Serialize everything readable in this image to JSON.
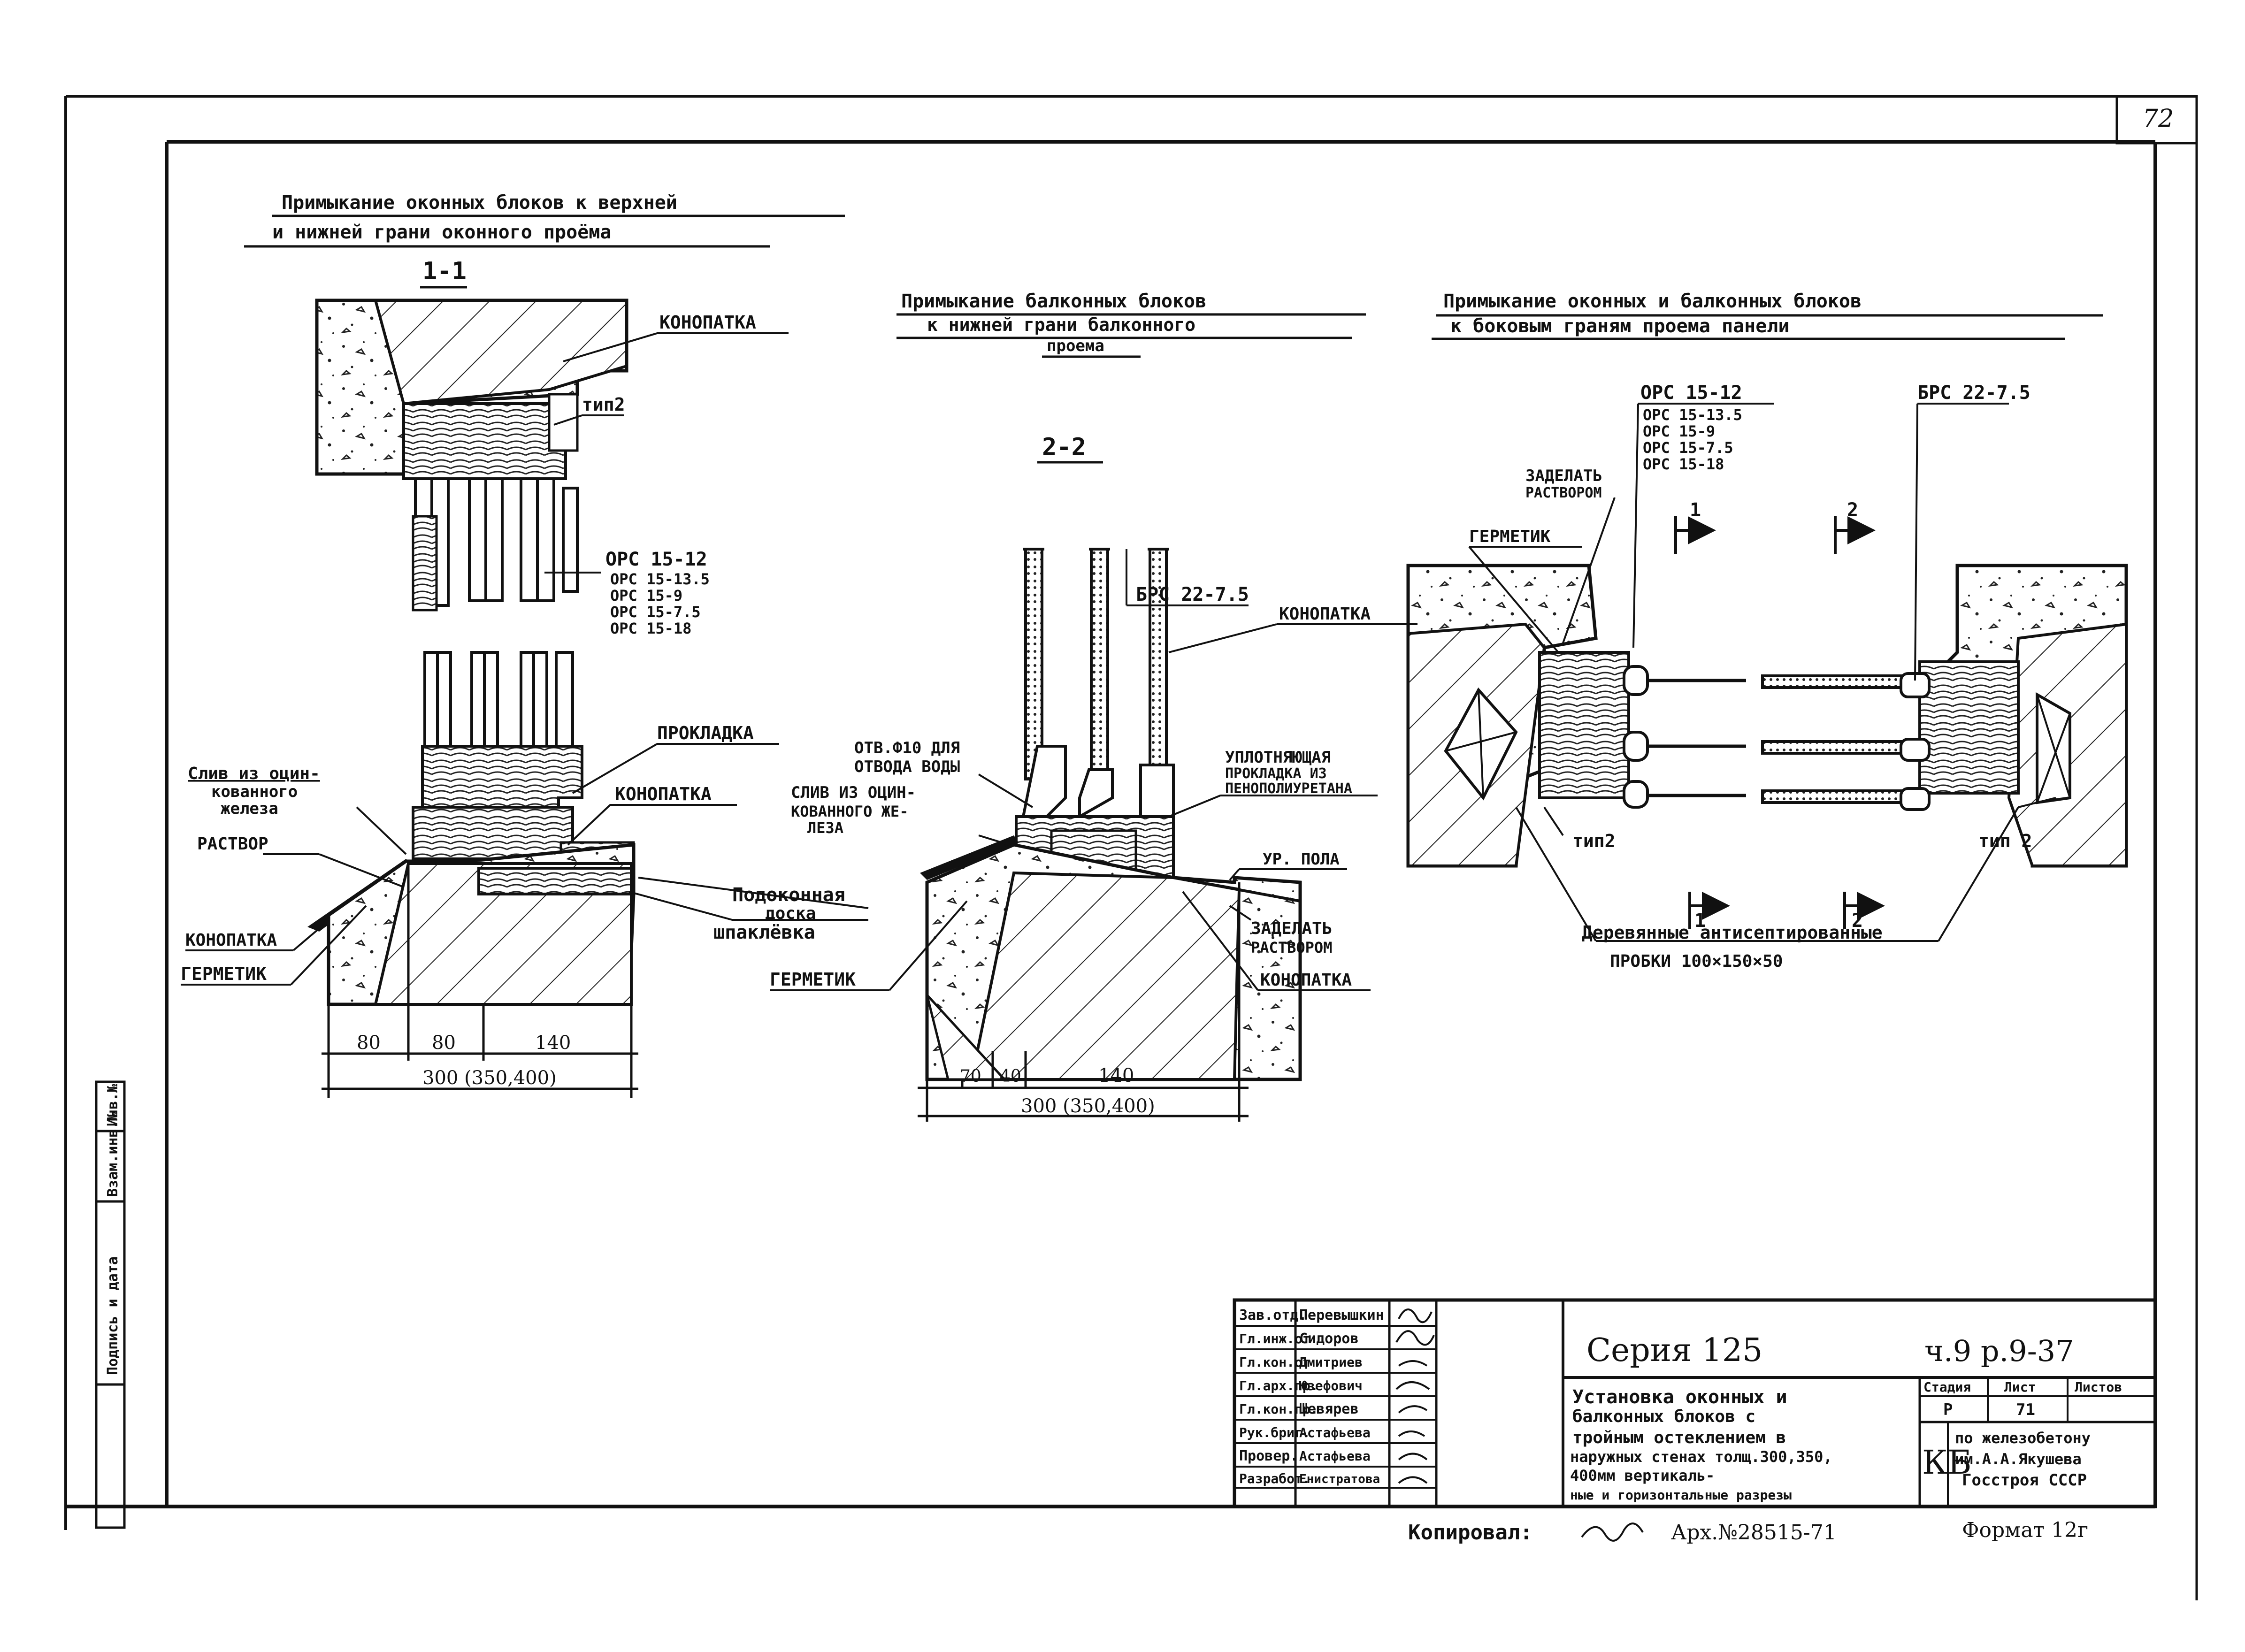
{
  "sheet": {
    "number": "72",
    "copied_by": "Копировал:",
    "archive_no": "Арх.№28515-71",
    "format": "Формат 12г",
    "side_stamp": [
      "Инв.№",
      "Подпись и дата",
      "Взам.инв.№"
    ]
  },
  "sections": {
    "s1": {
      "title_line1": "Примыкание оконных блоков к верхней",
      "title_line2": "и нижней грани оконного проёма",
      "cut": "1-1",
      "labels": {
        "konopatka_top": "КОНОПАТКА",
        "tip2": "тип2",
        "ors": [
          "ОРС 15-12",
          "ОРС 15-13.5",
          "ОРС 15-9",
          "ОРС 15-7.5",
          "ОРС 15-18"
        ],
        "prokladka": "ПРОКЛАДКА",
        "sliv": [
          "Слив из оцин-",
          "кованного",
          "железа"
        ],
        "konopatka_mid": "КОНОПАТКА",
        "rastvor": "РАСТВОР",
        "podokonnaya": [
          "Подоконная",
          "доска"
        ],
        "shpaklevka": "шпаклёвка",
        "konopatka_low": "КОНОПАТКА",
        "germetik": "ГЕРМЕТИК"
      },
      "dims": [
        "80",
        "80",
        "140"
      ],
      "dim_total": "300 (350,400)"
    },
    "s2": {
      "title_line1": "Примыкание балконных блоков",
      "title_line2": "к нижней грани балконного",
      "title_line3": "проема",
      "cut": "2-2",
      "labels": {
        "brs": "БРС 22-7.5",
        "konopatka_top": "КОНОПАТКА",
        "otv": [
          "ОТВ.Ф10 ДЛЯ",
          "ОТВОДА ВОДЫ"
        ],
        "sliv": [
          "СЛИВ ИЗ ОЦИН-",
          "КОВАННОГО ЖЕ-",
          "ЛЕЗА"
        ],
        "uplotn": [
          "УПЛОТНЯЮЩАЯ",
          "ПРОКЛАДКА ИЗ",
          "ПЕНОПОЛИУРЕТАНА"
        ],
        "ur_pola": "УР. ПОЛА",
        "zadelat": [
          "ЗАДЕЛАТЬ",
          "РАСТВОРОМ"
        ],
        "germetik": "ГЕРМЕТИК",
        "konopatka_low": "КОНОПАТКА"
      },
      "dims": [
        "70",
        "40",
        "140"
      ],
      "dim_total": "300 (350,400)"
    },
    "s3": {
      "title_line1": "Примыкание оконных и балконных блоков",
      "title_line2": "к боковым граням проема панели",
      "labels": {
        "ors": [
          "ОРС 15-12",
          "ОРС 15-13.5",
          "ОРС 15-9",
          "ОРС 15-7.5",
          "ОРС 15-18"
        ],
        "brs": "БРС 22-7.5",
        "zadelat": [
          "ЗАДЕЛАТЬ",
          "РАСТВОРОМ"
        ],
        "germetik": "ГЕРМЕТИК",
        "tip2_left": "тип2",
        "tip2_right": "тип 2",
        "cut1": "1",
        "cut2": "2",
        "probki": "Деревянные антисептированные",
        "probki_size": "ПРОБКИ 100×150×50"
      }
    }
  },
  "title_block": {
    "roles": [
      "Зав.отд.",
      "Гл.инж.от",
      "Гл.кон.от",
      "Гл.арх.пр.",
      "Гл.кон.пр.",
      "Рук.бриг.",
      "Провер.",
      "Разработ."
    ],
    "names": [
      "Перевышкин",
      "Сидоров",
      "Дмитриев",
      "Юзефович",
      "Шевярев",
      "Астафьева",
      "Астафьева",
      "Енистратова"
    ],
    "series": "Серия 125",
    "sheet_code": "ч.9 р.9-37",
    "description": [
      "Установка оконных и",
      "балконных блоков с",
      "тройным остеклением в",
      "наружных стенах толщ.300,350,",
      "400мм  вертикаль-",
      "ные и горизонтальные разрезы"
    ],
    "stage_header": [
      "Стадия",
      "Лист",
      "Листов"
    ],
    "stage_values": [
      "Р",
      "71",
      ""
    ],
    "org_mark": "КБ",
    "org": [
      "по железобетону",
      "им.А.А.Якушева",
      "Госстроя СССР"
    ]
  }
}
